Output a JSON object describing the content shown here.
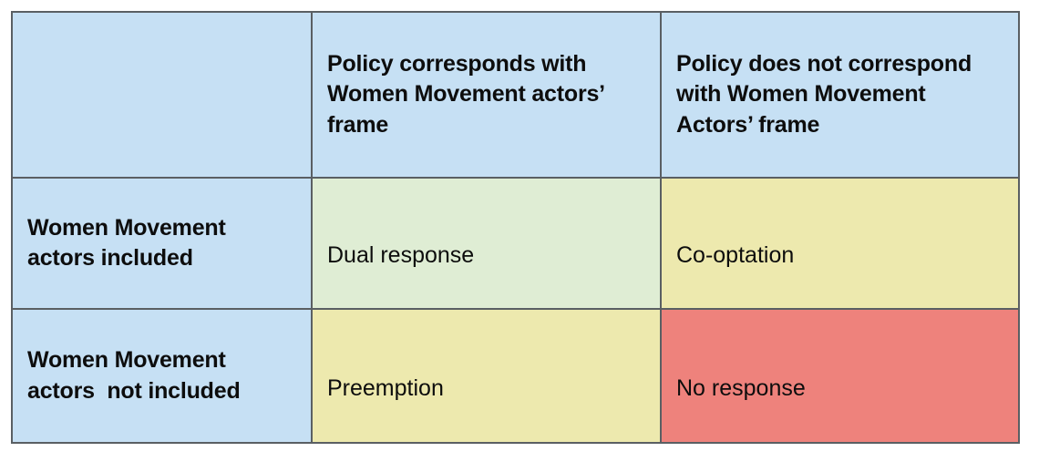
{
  "matrix": {
    "corner_cell": "",
    "column_headers": [
      "Policy corresponds with Women Movement actors’ frame",
      "Policy does not correspond with Women Movement Actors’ frame"
    ],
    "rows": [
      {
        "label": "Women Movement actors included",
        "cells": [
          {
            "text": "Dual response",
            "fill": "#dfedd4"
          },
          {
            "text": "Co-optation",
            "fill": "#ede9ae"
          }
        ]
      },
      {
        "label": "Women Movement actors  not included",
        "cells": [
          {
            "text": "Preemption",
            "fill": "#ede9ae"
          },
          {
            "text": "No response",
            "fill": "#ee827c"
          }
        ]
      }
    ],
    "colors": {
      "header_fill": "#c6e0f4",
      "row_label_fill": "#c6e0f4",
      "green_fill": "#dfedd4",
      "yellow_fill": "#ede9ae",
      "red_fill": "#ee827c",
      "border": "#5a5f63",
      "text": "#0d0d0d",
      "page_background": "#ffffff"
    }
  }
}
